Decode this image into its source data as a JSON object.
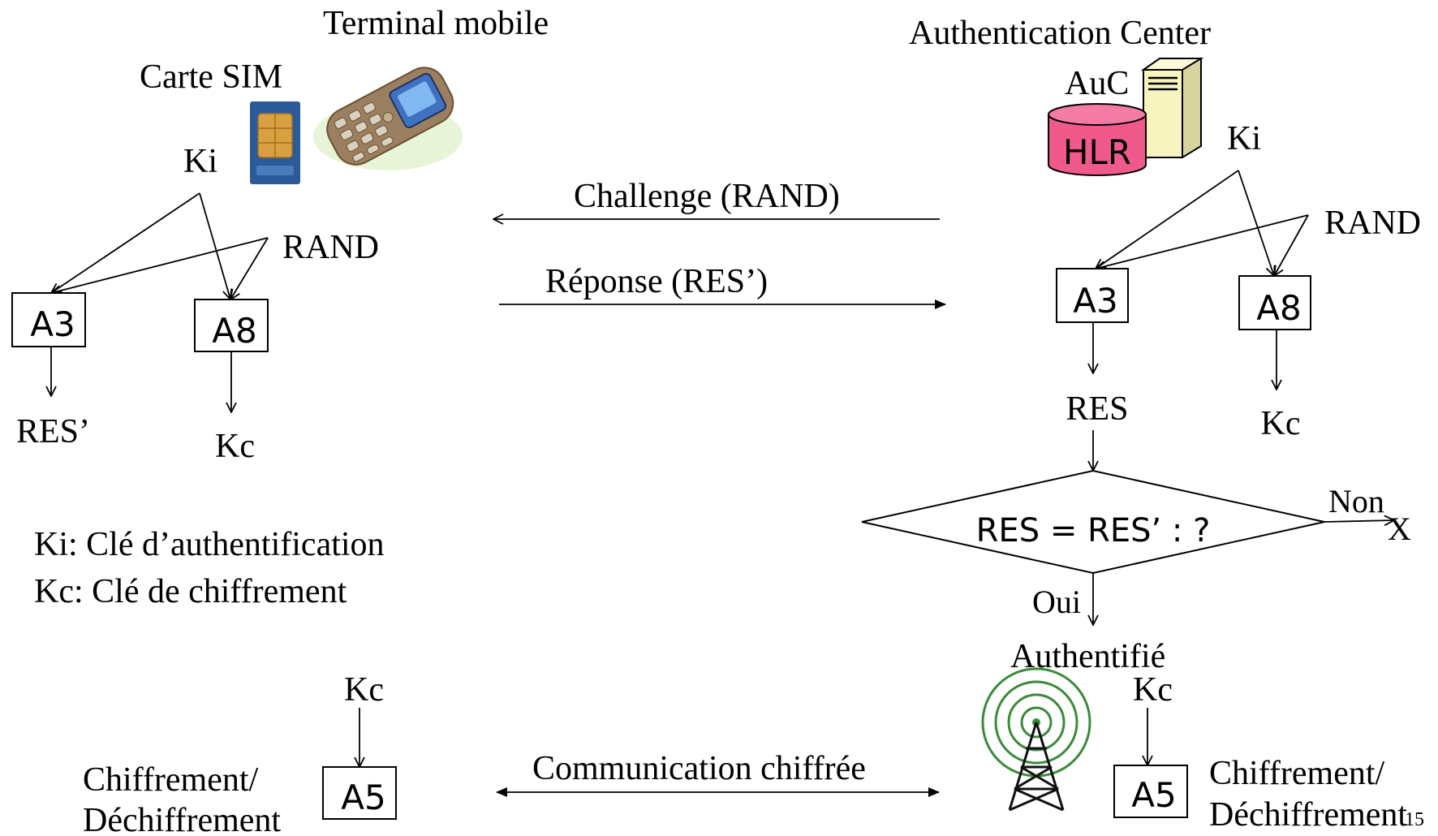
{
  "mobile": {
    "terminal_label": "Terminal mobile",
    "sim_label": "Carte SIM",
    "ki": "Ki",
    "rand": "RAND",
    "a3": "A3",
    "a8": "A8",
    "res_prime": "RES’",
    "kc": "Kc",
    "kc2": "Kc",
    "a5": "A5",
    "cipher_line1": "Chiffrement/",
    "cipher_line2": "Déchiffrement"
  },
  "legend": {
    "ki_def": "Ki: Clé d’authentification",
    "kc_def": "Kc: Clé de chiffrement"
  },
  "messages": {
    "challenge": "Challenge (RAND)",
    "response": "Réponse (RES’)",
    "communication": "Communication chiffrée"
  },
  "auc": {
    "title": "Authentication Center",
    "auc": "AuC",
    "hlr": "HLR",
    "ki": "Ki",
    "rand": "RAND",
    "a3": "A3",
    "a8": "A8",
    "res": "RES",
    "kc": "Kc",
    "decision": "RES = RES’ : ?",
    "no": "Non",
    "reject": "X",
    "yes": "Oui",
    "authenticated": "Authentifié",
    "kc2": "Kc",
    "a5": "A5",
    "cipher_line1": "Chiffrement/",
    "cipher_line2": "Déchiffrement",
    "page_number": "15"
  },
  "colors": {
    "hlr_fill": "#f05a8a",
    "server_fill": "#f8f4c0",
    "antenna_green": "#3a8a3a",
    "sim_blue": "#2a5a9a",
    "sim_chip": "#d8a040",
    "phone_body": "#9a8060",
    "phone_screen": "#4070c0"
  }
}
